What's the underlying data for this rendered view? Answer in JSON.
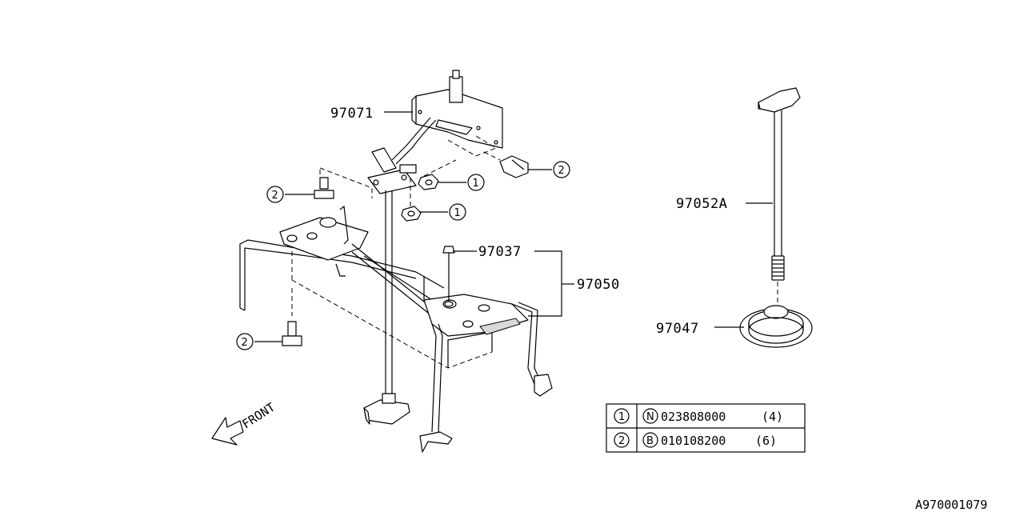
{
  "diagram": {
    "callouts": {
      "p97071": "97071",
      "p97037": "97037",
      "p97050": "97050",
      "p97052A": "97052A",
      "p97047": "97047"
    },
    "ref_markers": {
      "one": "1",
      "two": "2"
    },
    "front_label": "FRONT",
    "legend": {
      "rows": [
        {
          "num": "1",
          "type_letter": "N",
          "part_no": "023808000",
          "qty": "(4)"
        },
        {
          "num": "2",
          "type_letter": "B",
          "part_no": "010108200",
          "qty": "(6)"
        }
      ]
    },
    "drawing_id": "A970001079"
  }
}
